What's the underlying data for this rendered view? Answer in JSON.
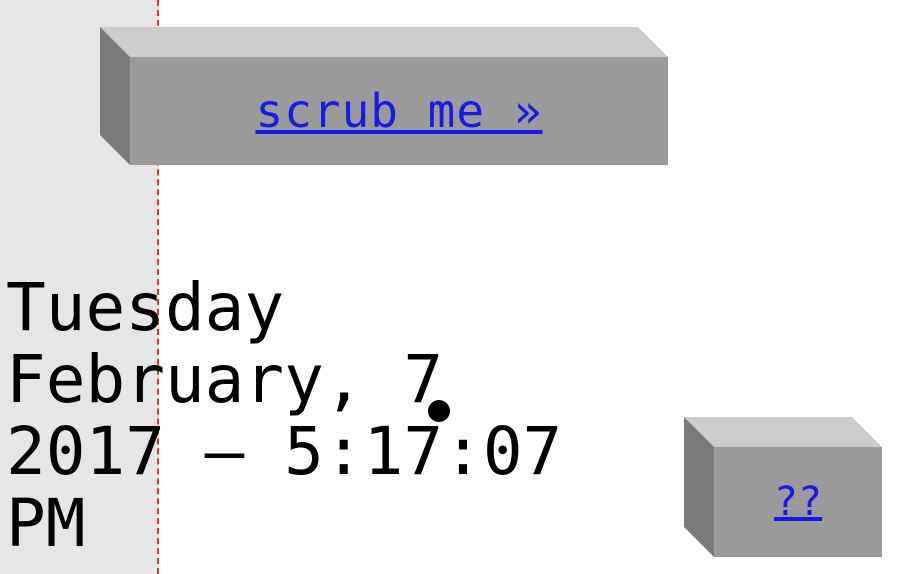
{
  "scrub_button": {
    "label": "scrub me »"
  },
  "help_button": {
    "label": "??"
  },
  "datetime": {
    "weekday": "Tuesday",
    "month_day": "February, 7",
    "year_time": "2017 – 5:17:07",
    "meridiem": "PM"
  },
  "colors": {
    "panel_bg": "#e6e6e6",
    "scrub_line": "#e53030",
    "box_front": "#9a9a9a",
    "box_top": "#cccccc",
    "box_side": "#7a7a7a",
    "link": "#1a1ae6"
  }
}
